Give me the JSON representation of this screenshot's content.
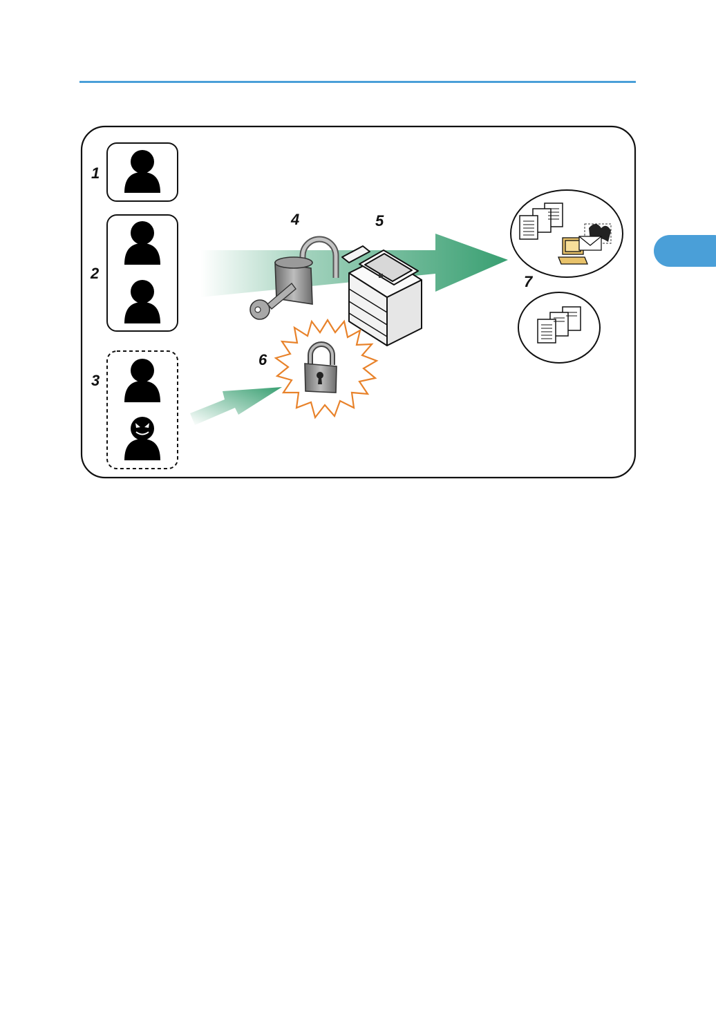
{
  "diagram": {
    "labels": {
      "n1": "1",
      "n2": "2",
      "n3": "3",
      "n4": "4",
      "n5": "5",
      "n6": "6",
      "n7": "7"
    },
    "colors": {
      "header_rule": "#4a9fd8",
      "chapter_tab": "#4a9fd8",
      "arrow_green": "#2e9a6a",
      "burst_orange": "#e8822a",
      "lock_gray": "#8a8a8a"
    },
    "icons": [
      "person-icon",
      "intruder-icon",
      "key-icon",
      "open-padlock-icon",
      "closed-padlock-icon",
      "multifunction-printer-icon",
      "documents-icon",
      "computer-icon",
      "envelope-icon",
      "fax-icon"
    ]
  }
}
